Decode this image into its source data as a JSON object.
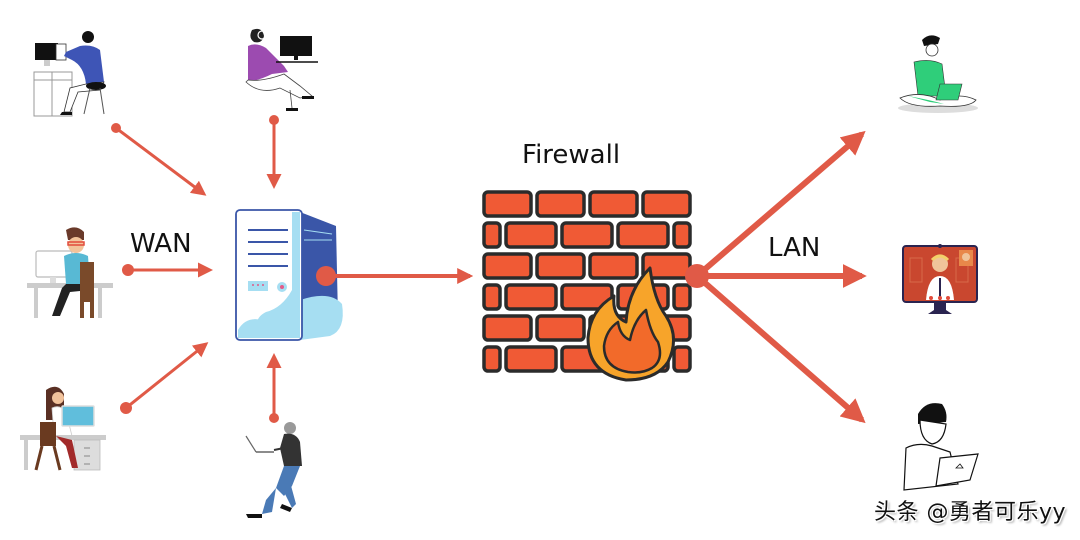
{
  "labels": {
    "wan": "WAN",
    "lan": "LAN",
    "firewall": "Firewall"
  },
  "watermark": "头条 @勇者可乐yy",
  "colors": {
    "arrow": "#e05a47",
    "brick": "#f05a35",
    "brick_outline": "#2b2b2b",
    "flame_outer": "#f7a42a",
    "flame_inner": "#f26a2a",
    "server_blue": "#3a56a8",
    "server_light": "#a6def2"
  },
  "nodes": {
    "wan_users": [
      {
        "name": "user-desk-blue-shirt"
      },
      {
        "name": "user-purple-headset"
      },
      {
        "name": "user-glasses-desk"
      },
      {
        "name": "user-woman-desk"
      },
      {
        "name": "user-laptop-sitting"
      }
    ],
    "server": {
      "name": "server"
    },
    "firewall": {
      "name": "firewall"
    },
    "lan_users": [
      {
        "name": "user-green-laptop"
      },
      {
        "name": "video-call-monitor"
      },
      {
        "name": "user-sketch-laptop"
      }
    ]
  }
}
